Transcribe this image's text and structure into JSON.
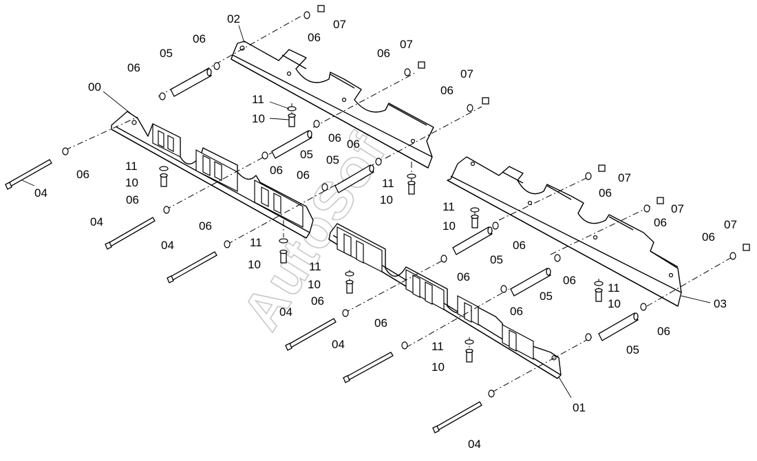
{
  "watermark": "AutoSoft",
  "labels": {
    "l00": "00",
    "l01": "01",
    "l02": "02",
    "l03": "03",
    "l04a": "04",
    "l04b": "04",
    "l04c": "04",
    "l04d": "04",
    "l04e": "04",
    "l04f": "04",
    "l05a": "05",
    "l05b": "05",
    "l05c": "05",
    "l05d": "05",
    "l05e": "05",
    "l05f": "05",
    "l06a": "06",
    "l06b": "06",
    "l06c": "06",
    "l06d": "06",
    "l06e": "06",
    "l06f": "06",
    "l06g": "06",
    "l06h": "06",
    "l06i": "06",
    "l06j": "06",
    "l06k": "06",
    "l06l": "06",
    "l06m": "06",
    "l06n": "06",
    "l06o": "06",
    "l06p": "06",
    "l06q": "06",
    "l06r": "06",
    "l06s": "06",
    "l06t": "06",
    "l06u": "06",
    "l06v": "06",
    "l07a": "07",
    "l07b": "07",
    "l07c": "07",
    "l07d": "07",
    "l07e": "07",
    "l07f": "07",
    "l10a": "10",
    "l10b": "10",
    "l10c": "10",
    "l10d": "10",
    "l10e": "10",
    "l10f": "10",
    "l10g": "10",
    "l11a": "11",
    "l11b": "11",
    "l11c": "11",
    "l11d": "11",
    "l11e": "11",
    "l11f": "11",
    "l11g": "11"
  }
}
